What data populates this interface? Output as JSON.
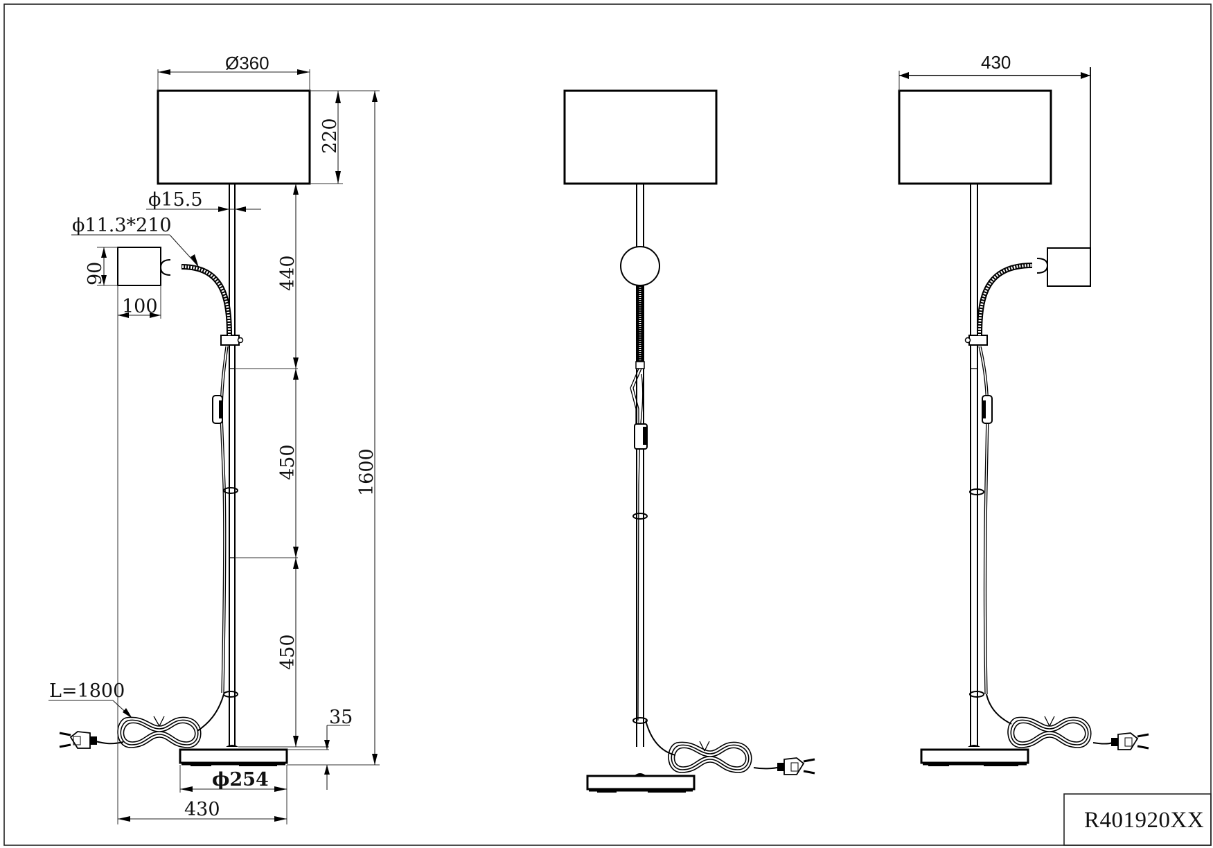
{
  "drawing": {
    "title_block": {
      "part_number": "R401920XX"
    },
    "views": [
      {
        "id": "front-view",
        "dimensions": {
          "shade_diameter": "Ø360",
          "shade_height": "220",
          "pole_diameter": "ϕ15.5",
          "gooseneck": "ϕ11.3*210",
          "reading_head_height": "90",
          "reading_head_width": "100",
          "upper_segment": "440",
          "middle_segment": "450",
          "lower_segment": "450",
          "total_height": "1600",
          "base_thickness": "35",
          "base_diameter": "ϕ254",
          "overall_width": "430",
          "cable_length": "L=1800"
        }
      },
      {
        "id": "side-view"
      },
      {
        "id": "back-view",
        "dimensions": {
          "overall_width": "430"
        }
      }
    ]
  }
}
